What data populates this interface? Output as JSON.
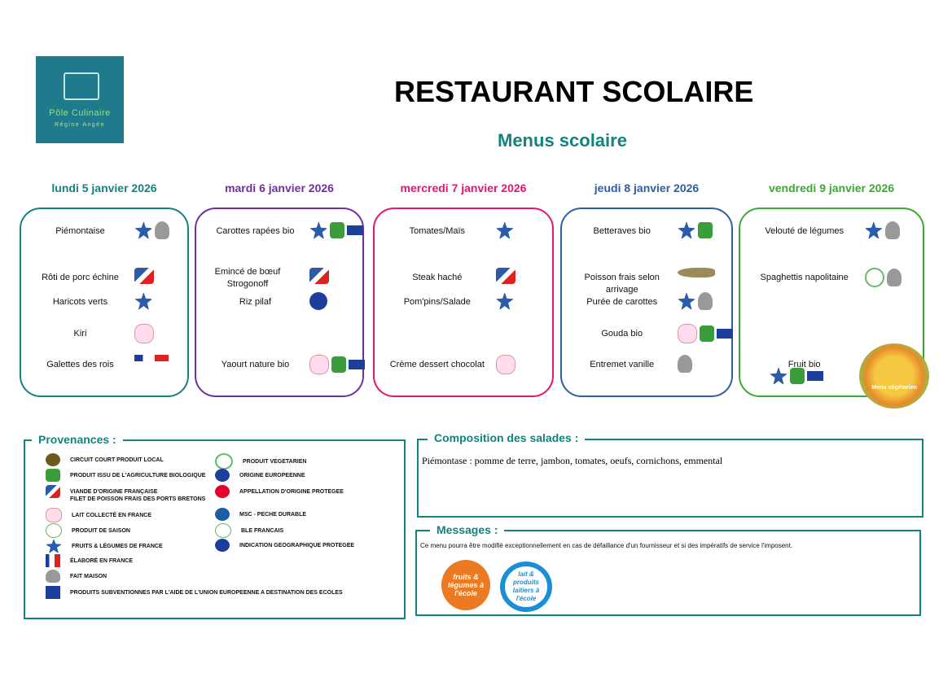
{
  "logo": {
    "name": "Pôle Culinaire",
    "sub": "Régine Angée"
  },
  "title": "RESTAURANT SCOLAIRE",
  "subtitle": "Menus scolaire",
  "days": [
    {
      "label": "lundi 5 janvier 2026",
      "color": "#14837d",
      "items": [
        {
          "slot": 0,
          "name": "Piémontaise",
          "icons": [
            "fruits",
            "fait"
          ]
        },
        {
          "slot": 1,
          "name": "Rôti de porc échine",
          "icons": [
            "viande"
          ]
        },
        {
          "slot": 2,
          "name": "Haricots verts",
          "icons": [
            "fruits"
          ]
        },
        {
          "slot": 3,
          "name": "Kiri",
          "icons": [
            "lait"
          ]
        },
        {
          "slot": 4,
          "name": "Galettes des rois",
          "icons": [
            "elabore"
          ]
        }
      ]
    },
    {
      "label": "mardi 6 janvier 2026",
      "color": "#7030a0",
      "items": [
        {
          "slot": 0,
          "name": "Carottes rapées bio",
          "icons": [
            "fruits",
            "bio",
            "eu"
          ]
        },
        {
          "slot": 1,
          "name": "Emincé de bœuf Strogonoff",
          "icons": [
            "viande"
          ]
        },
        {
          "slot": 2,
          "name": "Riz pilaf",
          "icons": [
            "origeu"
          ]
        },
        {
          "slot": 4,
          "name": "Yaourt nature bio",
          "icons": [
            "lait",
            "bio",
            "eu"
          ]
        }
      ]
    },
    {
      "label": "mercredi 7 janvier 2026",
      "color": "#e6156e",
      "items": [
        {
          "slot": 0,
          "name": "Tomates/Maïs",
          "icons": [
            "fruits"
          ]
        },
        {
          "slot": 1,
          "name": "Steak haché",
          "icons": [
            "viande"
          ]
        },
        {
          "slot": 2,
          "name": "Pom'pins/Salade",
          "icons": [
            "fruits"
          ]
        },
        {
          "slot": 4,
          "name": "Crème dessert chocolat",
          "icons": [
            "lait"
          ]
        }
      ]
    },
    {
      "label": "jeudi 8 janvier 2026",
      "color": "#2e5f9e",
      "items": [
        {
          "slot": 0,
          "name": "Betteraves bio",
          "icons": [
            "fruits",
            "bio"
          ]
        },
        {
          "slot": 1,
          "name": "Poisson frais selon arrivage",
          "icons": [
            "poisson"
          ]
        },
        {
          "slot": 2,
          "name": "Purée de carottes",
          "icons": [
            "fruits",
            "fait"
          ]
        },
        {
          "slot": 3,
          "name": "Gouda bio",
          "icons": [
            "lait",
            "bio",
            "eu"
          ]
        },
        {
          "slot": 4,
          "name": "Entremet vanille",
          "icons": [
            "fait"
          ]
        }
      ]
    },
    {
      "label": "vendredi 9 janvier 2026",
      "color": "#3aaa35",
      "items": [
        {
          "slot": 0,
          "name": "Velouté de légumes",
          "icons": [
            "fruits",
            "fait"
          ]
        },
        {
          "slot": 1,
          "name": "Spaghettis napolitaine",
          "icons": [
            "veget",
            "fait"
          ]
        },
        {
          "slot": 4,
          "name": "Fruit bio",
          "icons": [
            "fruits",
            "bio",
            "eu"
          ]
        }
      ]
    }
  ],
  "menu_vegetarien": "Menu végétarien",
  "provenances": {
    "title": "Provenances :",
    "left": [
      {
        "icon": "local",
        "label": "CIRCUIT COURT PRODUIT LOCAL"
      },
      {
        "icon": "bio",
        "label": "PRODUIT ISSU DE L'AGRICULTURE BIOLOGIQUE"
      },
      {
        "icon": "viande",
        "label": "VIANDE D'ORIGINE FRANÇAISE"
      },
      {
        "icon": "poisson",
        "label": "FILET DE POISSON FRAIS DES PORTS BRETONS"
      },
      {
        "icon": "lait",
        "label": "LAIT COLLECTÉ EN FRANCE"
      },
      {
        "icon": "saison",
        "label": "PRODUIT DE SAISON"
      },
      {
        "icon": "fruits",
        "label": "FRUITS & LÉGUMES DE FRANCE"
      },
      {
        "icon": "elabore",
        "label": "ÉLABORÉ EN FRANCE"
      },
      {
        "icon": "fait",
        "label": "FAIT MAISON"
      },
      {
        "icon": "eu",
        "label": "PRODUITS SUBVENTIONNES PAR L'AIDE DE L'UNION EUROPEENNE A DESTINATION DES ECOLES"
      }
    ],
    "right": [
      {
        "icon": "veget",
        "label": "PRODUIT VEGETARIEN"
      },
      {
        "icon": "origeu",
        "label": "ORIGINE EUROPEENNE"
      },
      {
        "icon": "aop",
        "label": "APPELLATION D'ORIGINE PROTEGEE"
      },
      {
        "icon": "msc",
        "label": "MSC - PECHE DURABLE"
      },
      {
        "icon": "ble",
        "label": "BLE FRANCAIS"
      },
      {
        "icon": "igp",
        "label": "INDICATION GEOGRAPHIQUE PROTEGEE"
      }
    ]
  },
  "salades": {
    "title": "Composition des salades :",
    "text": "Piémontase : pomme de terre, jambon, tomates, oeufs, cornichons, emmental"
  },
  "messages": {
    "title": "Messages :",
    "text": "Ce menu pourra être modifié exceptionnellement en cas de défaillance d'un fournisseur et si des impératifs de service l'imposent.",
    "logo1": "fruits & légumes à l'école",
    "logo2": "lait & produits laitiers à l'école"
  }
}
